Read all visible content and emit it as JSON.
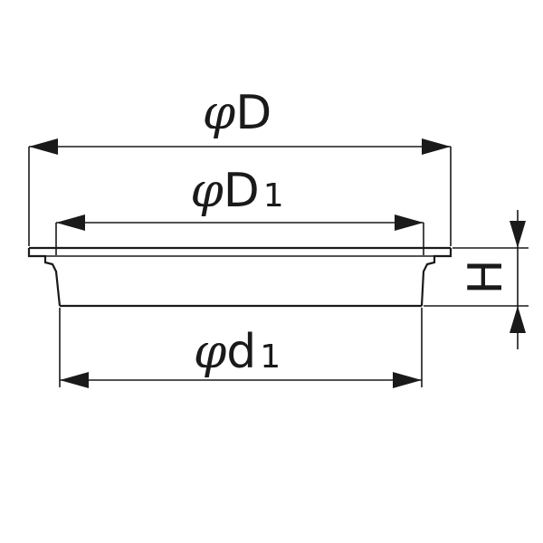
{
  "labels": {
    "outer_diameter": {
      "symbol": "φ",
      "letter": "D",
      "subscript": ""
    },
    "flange_diameter": {
      "symbol": "φ",
      "letter": "D",
      "subscript": "1"
    },
    "bottom_diameter": {
      "symbol": "φ",
      "letter": "d",
      "subscript": "1"
    },
    "height": {
      "letter": "H"
    }
  }
}
